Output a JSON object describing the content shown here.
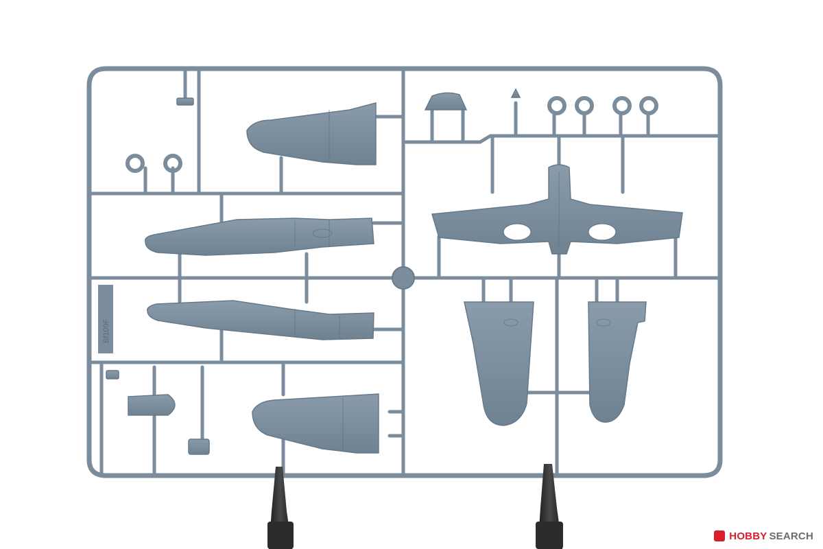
{
  "photo": {
    "subject": "Plastic model kit sprue frame with aircraft parts on two black stands",
    "colors": {
      "background": "#ffffff",
      "plastic": "#7f92a1",
      "plastic_shadow": "#6a7d8c",
      "stand": "#2a2a2a"
    }
  },
  "sprue_text": {
    "vertical_label": "Bf109F"
  },
  "watermark": {
    "brand_part1": "HOBBY",
    "brand_part2": "SEARCH",
    "colors": {
      "logo": "#d91e2a",
      "hobby": "#d91e2a",
      "search": "#6b6b6b"
    }
  }
}
